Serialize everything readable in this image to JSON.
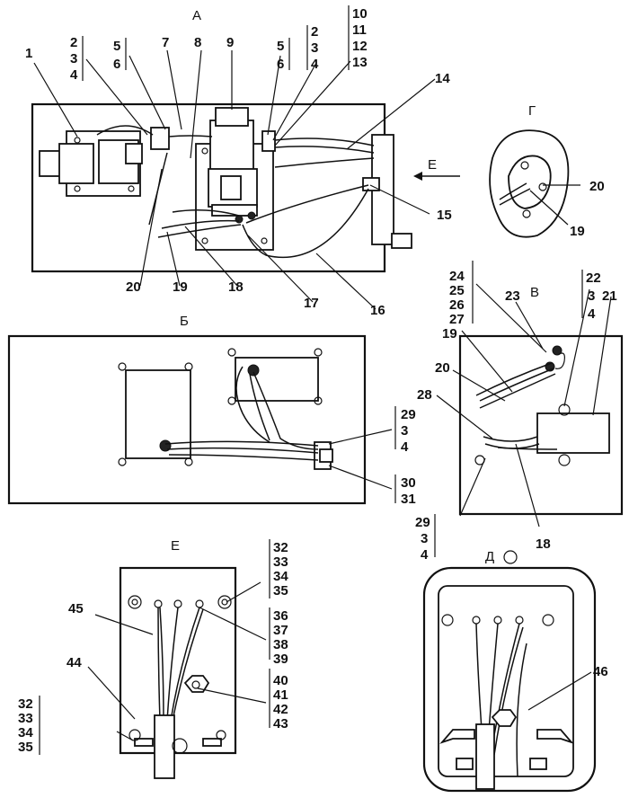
{
  "views": {
    "A": "А",
    "B": "Б",
    "V": "В",
    "G": "Г",
    "D": "Д",
    "E": "Е",
    "E_arrow": "Е"
  },
  "labels": {
    "l1": "1",
    "l2_4_a": [
      "2",
      "3",
      "4"
    ],
    "l5_6_a": [
      "5",
      "6"
    ],
    "l7": "7",
    "l8": "8",
    "l9": "9",
    "l5_6_b": [
      "5",
      "6"
    ],
    "l2_4_b": [
      "2",
      "3",
      "4"
    ],
    "l10_13": [
      "10",
      "11",
      "12",
      "13"
    ],
    "l14": "14",
    "l15": "15",
    "l16": "16",
    "l17": "17",
    "l18_a": "18",
    "l19_a": "19",
    "l20_a": "20",
    "l20_g": "20",
    "l19_g": "19",
    "l29_b": [
      "29",
      "3",
      "4"
    ],
    "l30_31": [
      "30",
      "31"
    ],
    "l24_27": [
      "24",
      "25",
      "26",
      "27"
    ],
    "l23": "23",
    "l22": [
      "22",
      "3",
      "4"
    ],
    "l21": "21",
    "l19_v": "19",
    "l20_v": "20",
    "l28": "28",
    "l29_v": [
      "29",
      "3",
      "4"
    ],
    "l18_v": "18",
    "l32_35_a": [
      "32",
      "33",
      "34",
      "35"
    ],
    "l36_39": [
      "36",
      "37",
      "38",
      "39"
    ],
    "l40_43": [
      "40",
      "41",
      "42",
      "43"
    ],
    "l32_35_b": [
      "32",
      "33",
      "34",
      "35"
    ],
    "l45": "45",
    "l44": "44",
    "l46": "46"
  }
}
